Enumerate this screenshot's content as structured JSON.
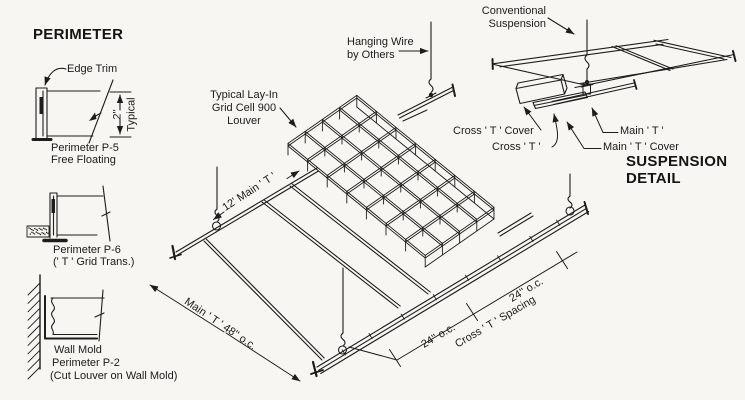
{
  "colors": {
    "paper": "#f7f6f2",
    "ink": "#1d1d1b"
  },
  "perimeter_section": {
    "heading": "PERIMETER",
    "p5": {
      "callout": "Edge Trim",
      "dim": "2''",
      "dim_note": "Typical",
      "caption1": "Perimeter P-5",
      "caption2": "Free Floating"
    },
    "p6": {
      "caption1": "Perimeter P-6",
      "caption2": "(' T ' Grid Trans.)"
    },
    "p2": {
      "caption1": "Wall Mold",
      "caption2": "Perimeter P-2",
      "caption3": "(Cut Louver on Wall Mold)"
    }
  },
  "plan": {
    "louver_callout": {
      "line1": "Typical Lay-In",
      "line2": "Grid Cell 900",
      "line3": "Louver"
    },
    "hanging_wire_callout": {
      "line1": "Hanging Wire",
      "line2": "by Others"
    },
    "dim_main_t_length": "12' Main ' T '",
    "dim_main_t_spacing": "Main ' T ' 48'' o.c.",
    "dim_cross_t_a": "24'' o.c.",
    "dim_cross_t_b": "24'' o.c.",
    "dim_cross_t_label": "Cross ' T ' Spacing"
  },
  "suspension_detail": {
    "heading_line1": "SUSPENSION",
    "heading_line2": "DETAIL",
    "callout_conventional_line1": "Conventional",
    "callout_conventional_line2": "Suspension",
    "label_cross_t_cover": "Cross ' T ' Cover",
    "label_cross_t": "Cross ' T '",
    "label_main_t": "Main ' T '",
    "label_main_t_cover": "Main ' T ' Cover"
  }
}
